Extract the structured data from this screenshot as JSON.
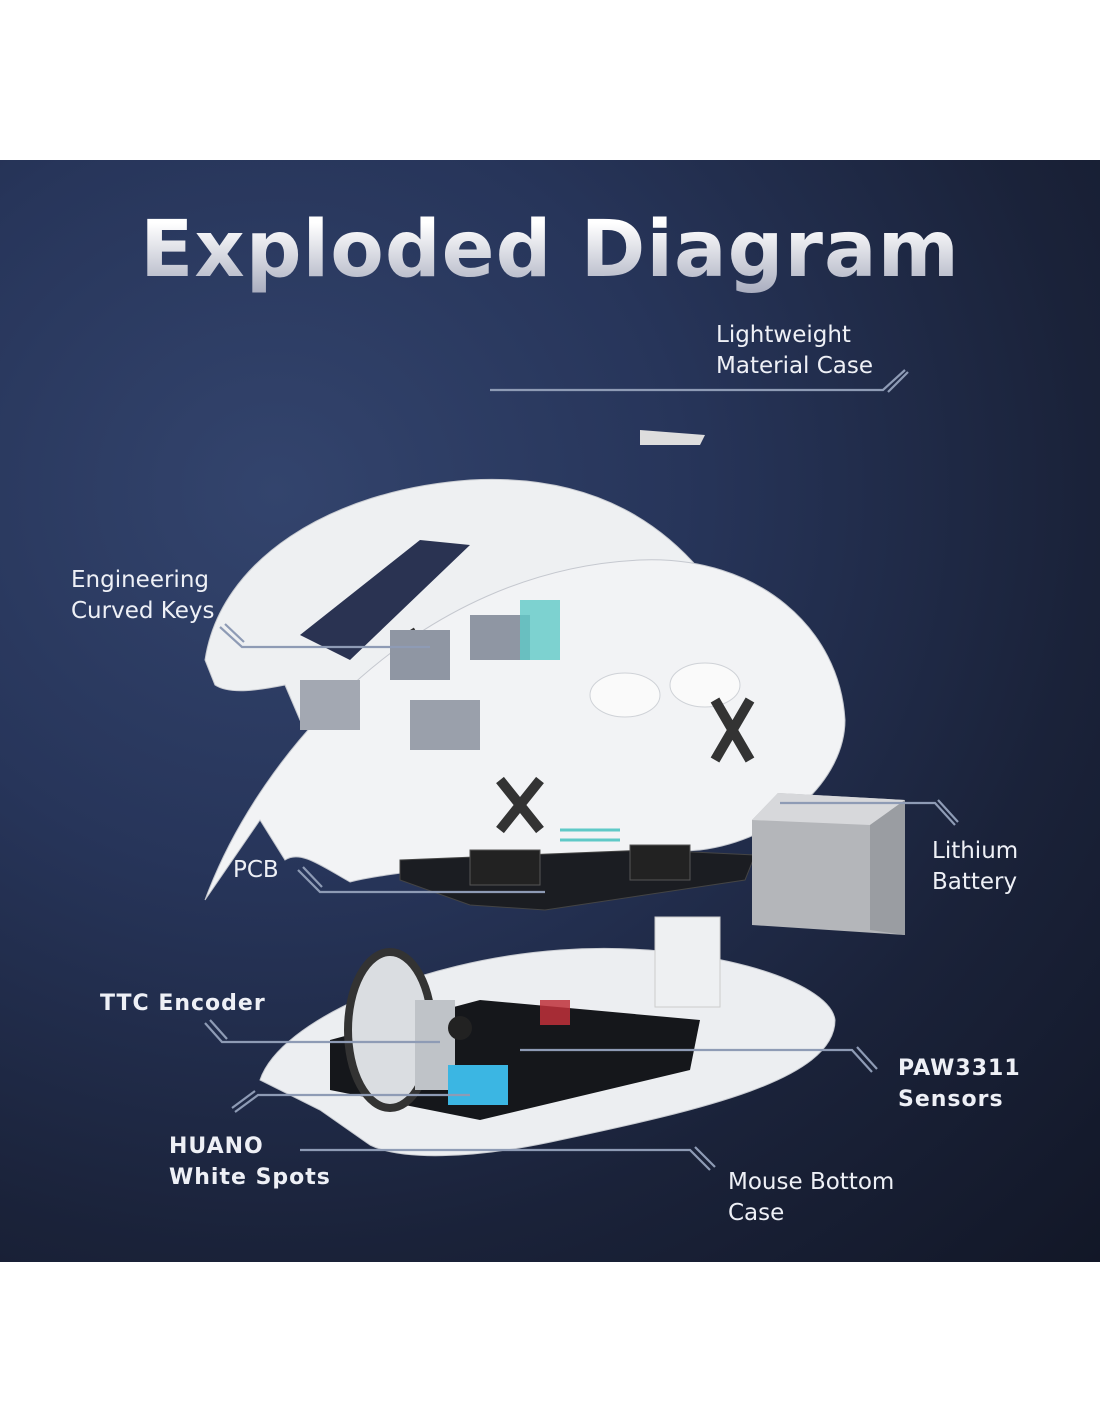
{
  "title": "Exploded Diagram",
  "labels": {
    "lightweight_case": [
      "Lightweight",
      "Material Case"
    ],
    "curved_keys": [
      "Engineering",
      "Curved Keys"
    ],
    "pcb": "PCB",
    "battery": [
      "Lithium",
      "Battery"
    ],
    "encoder": "TTC Encoder",
    "switches": [
      "HUANO",
      "White Spots"
    ],
    "sensor": [
      "PAW3311",
      "Sensors"
    ],
    "bottom_case": [
      "Mouse Bottom",
      "Case"
    ]
  },
  "colors": {
    "accent_switch": "#3bb6e3",
    "panel": "#27355a",
    "leader": "#8e9bb5"
  }
}
